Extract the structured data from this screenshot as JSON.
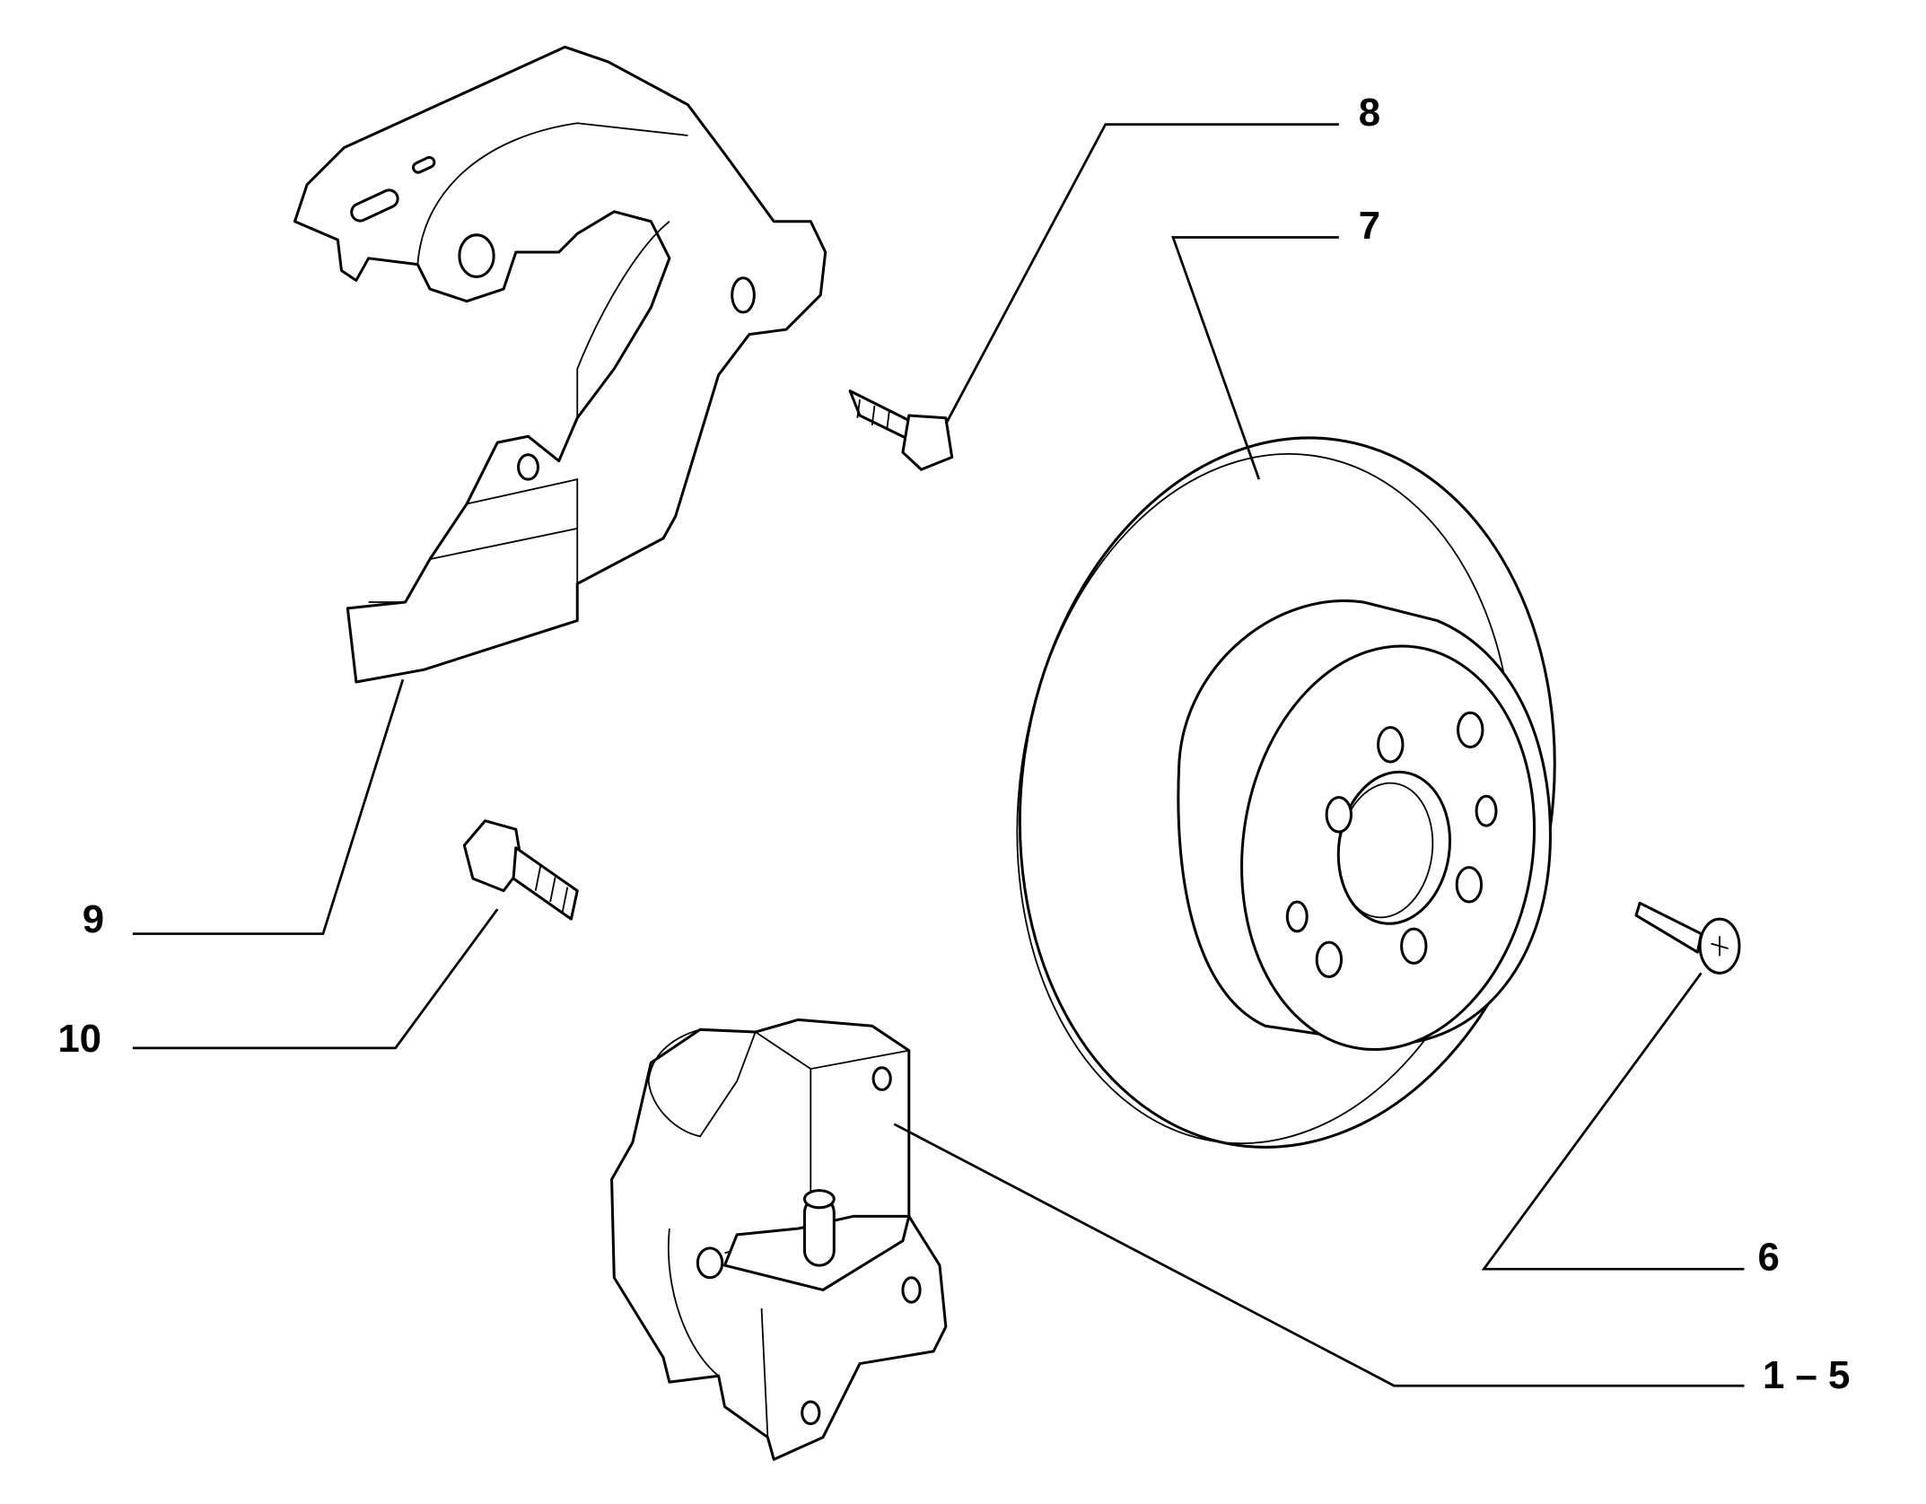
{
  "callouts": {
    "c8": "8",
    "c7": "7",
    "c9": "9",
    "c10": "10",
    "c6": "6",
    "c1_5": "1 – 5"
  },
  "colors": {
    "line": "#000000",
    "background": "#ffffff"
  }
}
